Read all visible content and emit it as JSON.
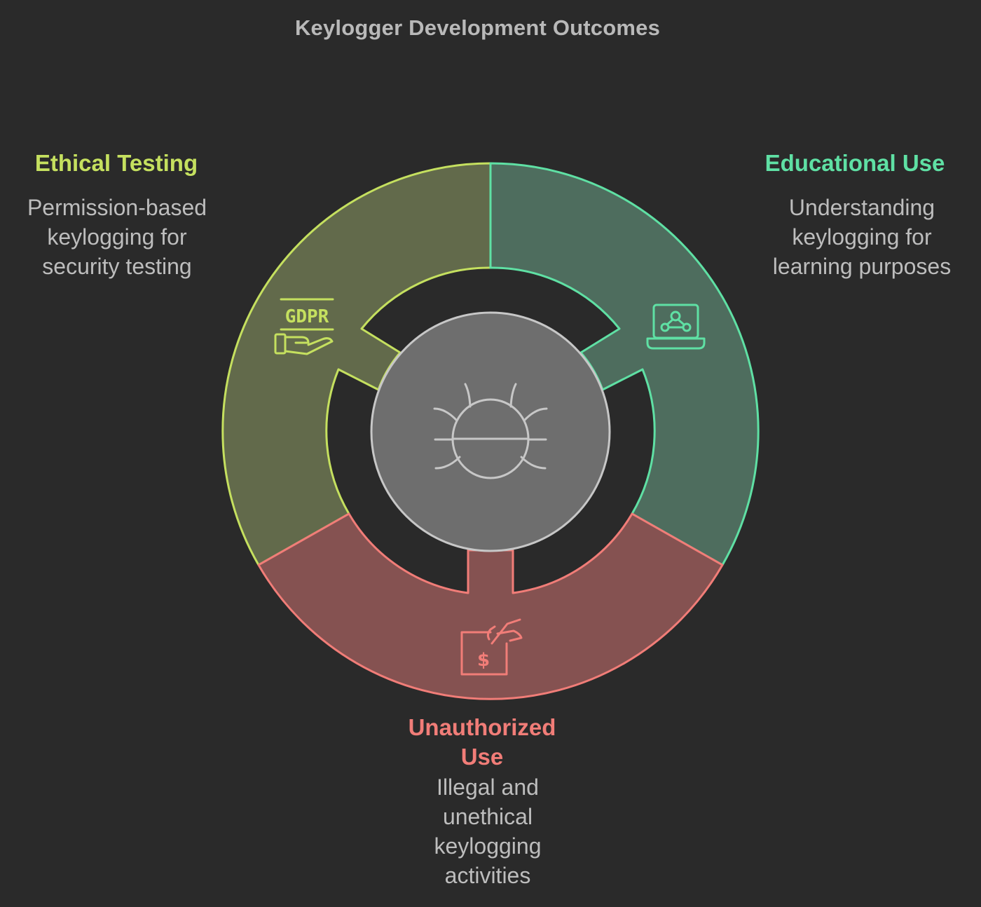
{
  "title": "Keylogger Development Outcomes",
  "segments": {
    "ethical": {
      "heading": "Ethical Testing",
      "description_lines": [
        "Permission-based",
        "keylogging for",
        "security testing"
      ],
      "icon": "gdpr-hand-icon",
      "color": "#c5e05f",
      "fill": "#626a4b"
    },
    "educational": {
      "heading": "Educational Use",
      "description_lines": [
        "Understanding",
        "keylogging for",
        "learning purposes"
      ],
      "icon": "laptop-network-icon",
      "color": "#5fe0a4",
      "fill": "#4e6d5e"
    },
    "unauthorized": {
      "heading_lines": [
        "Unauthorized",
        "Use"
      ],
      "description_lines": [
        "Illegal and",
        "unethical",
        "keylogging",
        "activities"
      ],
      "icon": "hand-money-document-icon",
      "color": "#f17d78",
      "fill": "#855251"
    }
  },
  "center": {
    "icon": "bug-icon",
    "fill": "#6e6e6e",
    "stroke": "#c7c7c7"
  },
  "gdpr_text": "GDPR"
}
